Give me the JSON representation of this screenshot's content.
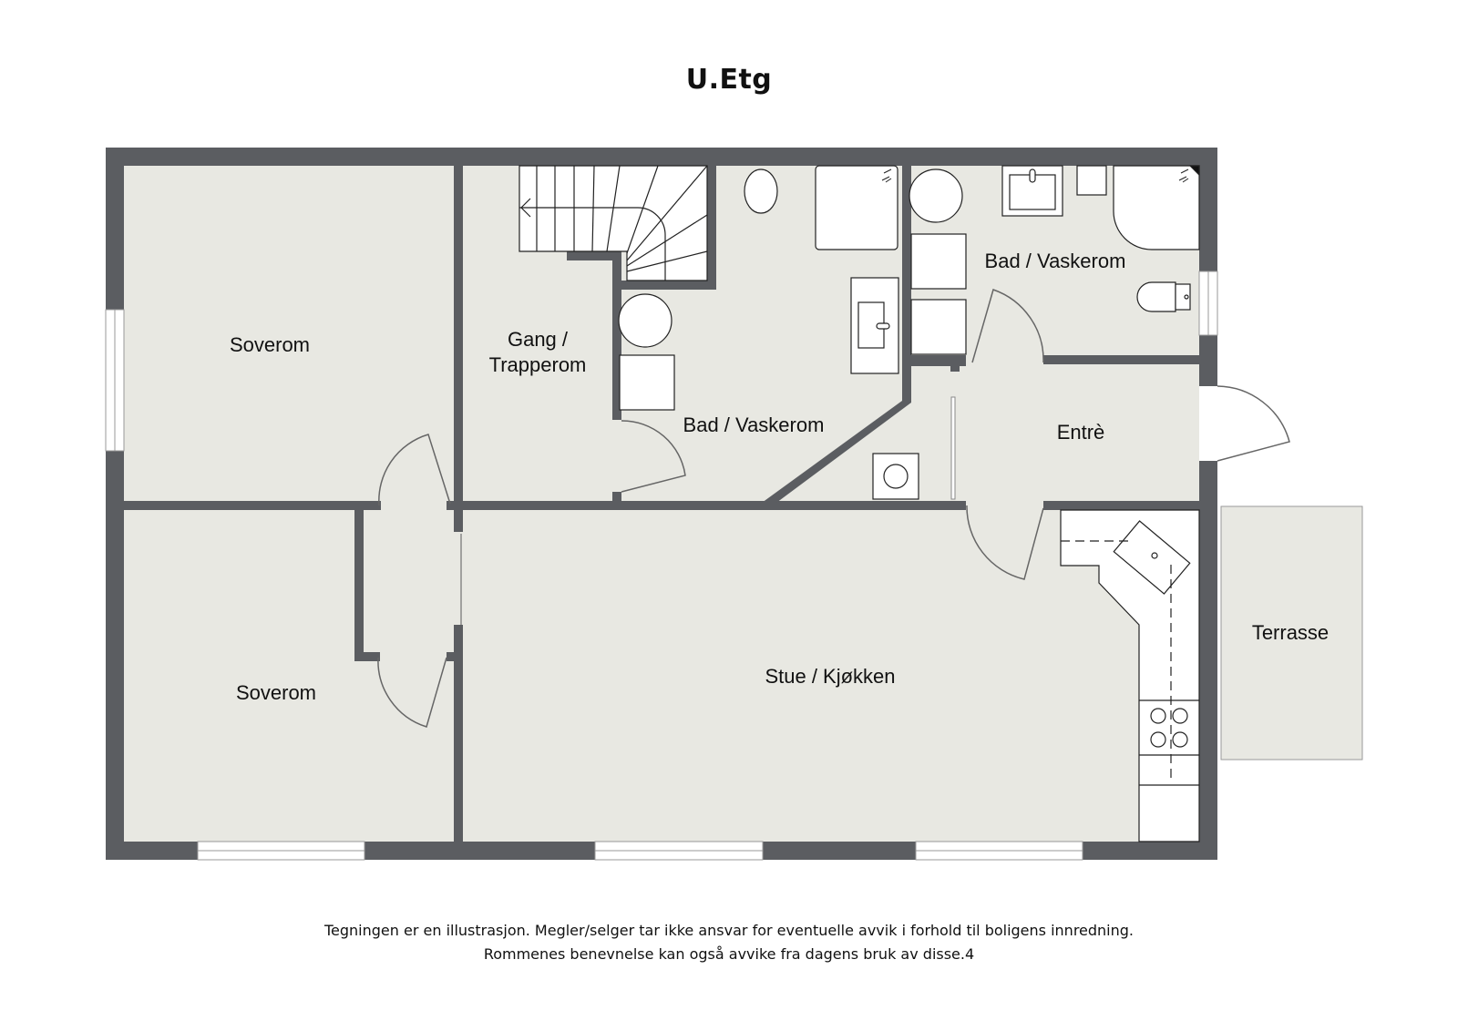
{
  "title": "U.Etg",
  "colors": {
    "wall": "#5b5d61",
    "floor": "#e8e8e2",
    "fixture": "#ffffff",
    "line": "#222222",
    "background": "#ffffff"
  },
  "rooms": [
    {
      "id": "soverom-1",
      "label": "Soverom"
    },
    {
      "id": "soverom-2",
      "label": "Soverom"
    },
    {
      "id": "gang-trapperom",
      "label_line1": "Gang /",
      "label_line2": "Trapperom"
    },
    {
      "id": "bad-vaskerom-1",
      "label": "Bad / Vaskerom"
    },
    {
      "id": "bad-vaskerom-2",
      "label": "Bad / Vaskerom"
    },
    {
      "id": "entre",
      "label": "Entrè"
    },
    {
      "id": "stue-kjokken",
      "label": "Stue / Kjøkken"
    },
    {
      "id": "terrasse",
      "label": "Terrasse"
    }
  ],
  "disclaimer": {
    "line1": "Tegningen er en illustrasjon. Megler/selger tar ikke ansvar for eventuelle avvik i forhold til boligens innredning.",
    "line2": "Rommenes benevnelse kan også avvike fra dagens bruk av disse.4"
  }
}
